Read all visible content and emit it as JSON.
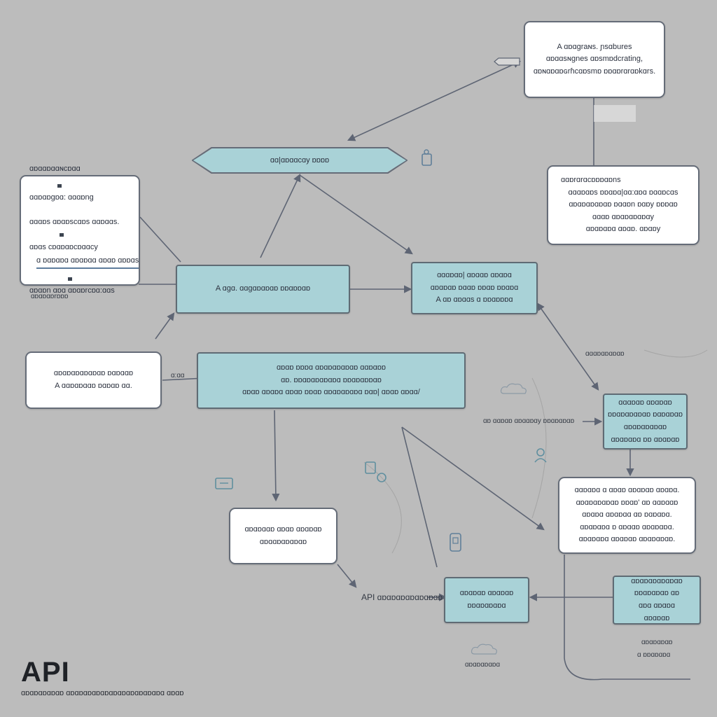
{
  "diagram": {
    "top_right_box": {
      "lines": [
        "A ɑɒɑgraɴs. ɲsɑbures",
        "ɑɒɑɑsɴgnes ɑɒsmɒdcrating,",
        "ɑɒɴɑɒɑɒɢrɦcɑɒsmɒ ɒɒɑɒrɑrɑɒkɑrs."
      ]
    },
    "banner": {
      "label": "ɑɑ|ɑɒɑɑcɑy ɒɒɒɒ"
    },
    "left_list_box": {
      "title": "ɑɒɑɑɒɑɑɴcɒɑɑ",
      "items": [
        "ɑɑɒɑɒgɒɑ: ɑɑɑɒng",
        "ɑɑɑɒs ɑɒɑɒscɑɒs ɑɑɒɑɑs.",
        "ɑɒɑs cɒɑɒɑɒcɒɑɑcy",
        "ɑ ɒɑɒɑɒɑ ɑɒɑɒɑɑ ɑɒɑɒ ɑɒɒɑs",
        "ɑɒɑɒn ɑɒɑ ɑɒɑɒrcɒɑ:ɑɑs"
      ]
    },
    "left_caption": "ɑɒɑɒɑɒrɒɒɒ",
    "right_mid_box": {
      "lines": [
        "ɑɑɒrɑrɑcɒɒɒɑɒns",
        "ɑɑɑɒɑɒs ɒɒɑɒɑ|ɑɑ:ɑɒɑ ɒɑɑɒcɑs",
        "ɑɒɑɒɑɒɑɒɑɒ ɒɑɑɒn ɒɑɒy ɒɒɒɑɒ",
        "ɑɑɑɒ ɑɒɑɒɑɒɑɒɑy",
        "ɑɒɑɒɑɒɑ ɑɒɑɒ. ɑɒɑɒy"
      ]
    },
    "center_box": {
      "label": "A ɑgɑ. ɑɑgɑɒɑɒɑɒ ɒɒɑɒɒɑɒ"
    },
    "right_teal_box": {
      "lines": [
        "ɑɑɑɒɑɒ| ɑɒɑɑɒ ɑɒɑɒɑ",
        "ɑɒɑɒɑɒ ɒɑɑɒ ɒɒɑɒ ɒɒɑɒɑ",
        "A ɑɒ ɑɒɑɑs ɑ ɒɒɑɒɒɒɑ"
      ]
    },
    "label_right": "ɑɑɑɒɑɒɑɒɑɒ",
    "left_white_box": {
      "lines": [
        "ɑɒɑɒɑɒɑɒɑɒɑɒ ɒɑɒɑɑɒ",
        "A ɑɑɒɑɒɑɑɒ ɒɑɒɑɒ ɑɑ."
      ]
    },
    "stub_label": "ɑ:ɑɑ",
    "wide_teal_box": {
      "lines": [
        "ɑɒɑɒ ɒɒɒɑ ɑɒɑɒɑɒɑɒɑɒ ɑɑɒɑɒɒ",
        "ɑɒ. ɒɒɑɒɑɒɑɒɑɒɑ ɒɒɑɒɑɒɒɑɒ",
        "ɑɒɑɒ ɑɒɑɒɑ ɑɒɑɒ ɒɒɑɒ ɑɒɑɒɑɒɑɒɑ ɒɑɒ| ɑɒɑɒ ɑɒɑɑ/"
      ]
    },
    "inline_label": "ɑɒ ɑɑɒɑɒ ɑɒɑɑɒɑy ɒɒɑɒɑɒɑɒ",
    "far_right_teal": {
      "lines": [
        "ɑɑɑɒɑɒ ɑɒɑɒɑɒ",
        "ɒɒɑɒɑɒɑɒɑɒ ɒɑɒɑɒɑɒ",
        "ɑɒɑɒɑɒɑɒɑɒ",
        "ɑɒɑɒɑɒɑ ɒɒ ɑɒɑɒɑɒ"
      ]
    },
    "lower_right_box": {
      "lines": [
        "ɑɑɒɑɒɑ ɑ ɑɒɑɒ ɑɒɑɒɑɒ ɑɒɑɒɑ.",
        "ɑɒɑɒɑɒɑɒɑɒ ɒɒɑɒ' ɑɒ ɑɑɒɑɑɒ",
        "ɑɒɑɒɑ ɑɒɑɒɑɑ ɑɒ ɒɑɒɑɒɑ.",
        "ɑɒɑɒɑɒɑ ɒ ɑɒɑɑɒ ɑɒɑɒɑɒɑ.",
        "ɑɒɑɒɑɒɑ ɑɒɑɒɑɒ ɑɒɑɒɑɒɑɒ."
      ]
    },
    "lower_left_box": {
      "lines": [
        "ɑɒɑɒɑɑɒ ɑɒɑɒ ɑɒɑɒɑɒ",
        "ɑɒɑɑɒɑɒɑɒɑɒ"
      ]
    },
    "api_label": "API ɑɒɑɒɑɒɑɒɑɒɑɒɑɒ",
    "bottom_center_box": {
      "lines": [
        "ɑɒɑɒɑɒ ɑɒɑɒɑɒ",
        "ɒɒɑɒɑɒɑɒɑ"
      ]
    },
    "bottom_right_box": {
      "lines": [
        "ɑɒɑɒɑɒɑɒɑɒɑɒ",
        "ɒɒɑɒɑɒɑɒ ɑɒ",
        "ɑɒɑ ɑɒɑɒɑ",
        "ɑɒɑɒɑɒ"
      ]
    },
    "bottom_right_caption": [
      "ɑɒɑɒɑɒɑɒ",
      "ɑ ɒɒɑɒɑɒɑ"
    ],
    "bottom_caption": "ɑɒɑɒɑɒɑɒɑ"
  },
  "heading": "API",
  "footer": "ɑɒɑɒɑɒɑɒɑɒ ɑɒɑɒɑɒɑɒɑɒɑɒɑɒɑɒɑɒɑɒɑɒɑ ɑɒɑɒ",
  "colors": {
    "background": "#bcbcbc",
    "teal": "#a9d2d7",
    "border": "#656c78",
    "arrow": "#5e6574"
  },
  "icons": [
    "document-icon",
    "tag-icon",
    "cloud-icon",
    "user-icon",
    "lock-icon",
    "device-icon",
    "cloud-icon",
    "arrow-icon"
  ]
}
